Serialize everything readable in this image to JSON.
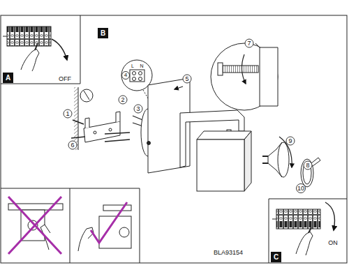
{
  "diagram": {
    "nodes": [
      {
        "text": [
          "A"
        ]
      },
      {
        "text": [
          "B"
        ]
      },
      {
        "text": [
          "C"
        ]
      }
    ],
    "labels": [
      "OFF",
      "ON",
      "BLA93154",
      "1",
      "2",
      "3",
      "4",
      "5",
      "6",
      "7",
      "8",
      "9",
      "10",
      "L",
      "N"
    ]
  }
}
